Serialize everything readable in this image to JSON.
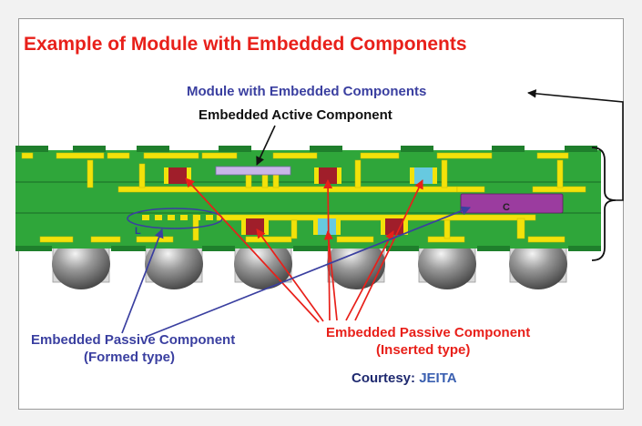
{
  "title": "Example of Module with Embedded Components",
  "labels": {
    "module": "Module with Embedded Components",
    "active": "Embedded Active Component",
    "passive_formed_1": "Embedded Passive Component",
    "passive_formed_2": "(Formed type)",
    "passive_inserted_1": "Embedded Passive Component",
    "passive_inserted_2": "(Inserted type)",
    "inductor": "L",
    "capacitor": "C",
    "courtesy_prefix": "Courtesy: ",
    "courtesy_org": "JEITA"
  },
  "colors": {
    "substrate": "#2fa63a",
    "copper": "#f2e20a",
    "resistor": "#a01e2a",
    "capacitor_chip": "#67c9e0",
    "active_chip": "#c8b6e8",
    "capacitor_formed": "#9b3c9f",
    "solder_ball": "#8a8a8a",
    "red": "#e8201a",
    "blue": "#3a3fa0"
  }
}
